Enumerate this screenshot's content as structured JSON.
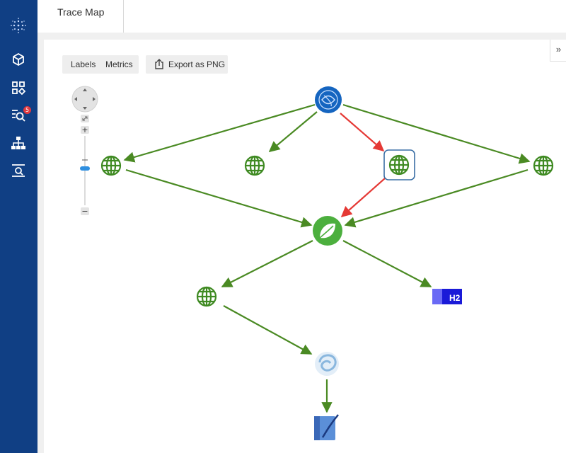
{
  "app": {
    "title": "Trace Map"
  },
  "sidebar": {
    "logo_icon": "globe-dots-logo",
    "items": [
      {
        "icon": "cube-network-icon"
      },
      {
        "icon": "dashboard-grid-icon"
      },
      {
        "icon": "search-list-icon",
        "badge": "5"
      },
      {
        "icon": "hierarchy-icon"
      },
      {
        "icon": "search-filter-icon"
      }
    ]
  },
  "toolbar": {
    "labels_label": "Labels",
    "metrics_label": "Metrics",
    "export_label": "Export as PNG"
  },
  "zoom": {
    "in_label": "+",
    "out_label": "−"
  },
  "graph": {
    "nodes": [
      {
        "id": "root",
        "icon": "service-root-icon"
      },
      {
        "id": "http-left",
        "icon": "globe-icon"
      },
      {
        "id": "http-mid",
        "icon": "globe-icon"
      },
      {
        "id": "http-selected",
        "icon": "globe-icon",
        "selected": true
      },
      {
        "id": "http-right",
        "icon": "globe-icon"
      },
      {
        "id": "spring",
        "icon": "spring-leaf-icon"
      },
      {
        "id": "http-lower",
        "icon": "globe-icon"
      },
      {
        "id": "h2",
        "icon": "h2-database-icon",
        "label": "H2"
      },
      {
        "id": "swirl",
        "icon": "swirl-service-icon"
      },
      {
        "id": "db",
        "icon": "feather-db-icon"
      }
    ],
    "edges": [
      {
        "from": "root",
        "to": "http-left",
        "status": "ok"
      },
      {
        "from": "root",
        "to": "http-mid",
        "status": "ok"
      },
      {
        "from": "root",
        "to": "http-selected",
        "status": "error"
      },
      {
        "from": "root",
        "to": "http-right",
        "status": "ok"
      },
      {
        "from": "http-left",
        "to": "spring",
        "status": "ok"
      },
      {
        "from": "http-selected",
        "to": "spring",
        "status": "error"
      },
      {
        "from": "http-right",
        "to": "spring",
        "status": "ok"
      },
      {
        "from": "spring",
        "to": "http-lower",
        "status": "ok"
      },
      {
        "from": "spring",
        "to": "h2",
        "status": "ok"
      },
      {
        "from": "http-lower",
        "to": "swirl",
        "status": "ok"
      },
      {
        "from": "swirl",
        "to": "db",
        "status": "ok"
      }
    ],
    "colors": {
      "ok": "#4a8a23",
      "error": "#e53935",
      "selected_border": "#3a6ea5"
    }
  }
}
